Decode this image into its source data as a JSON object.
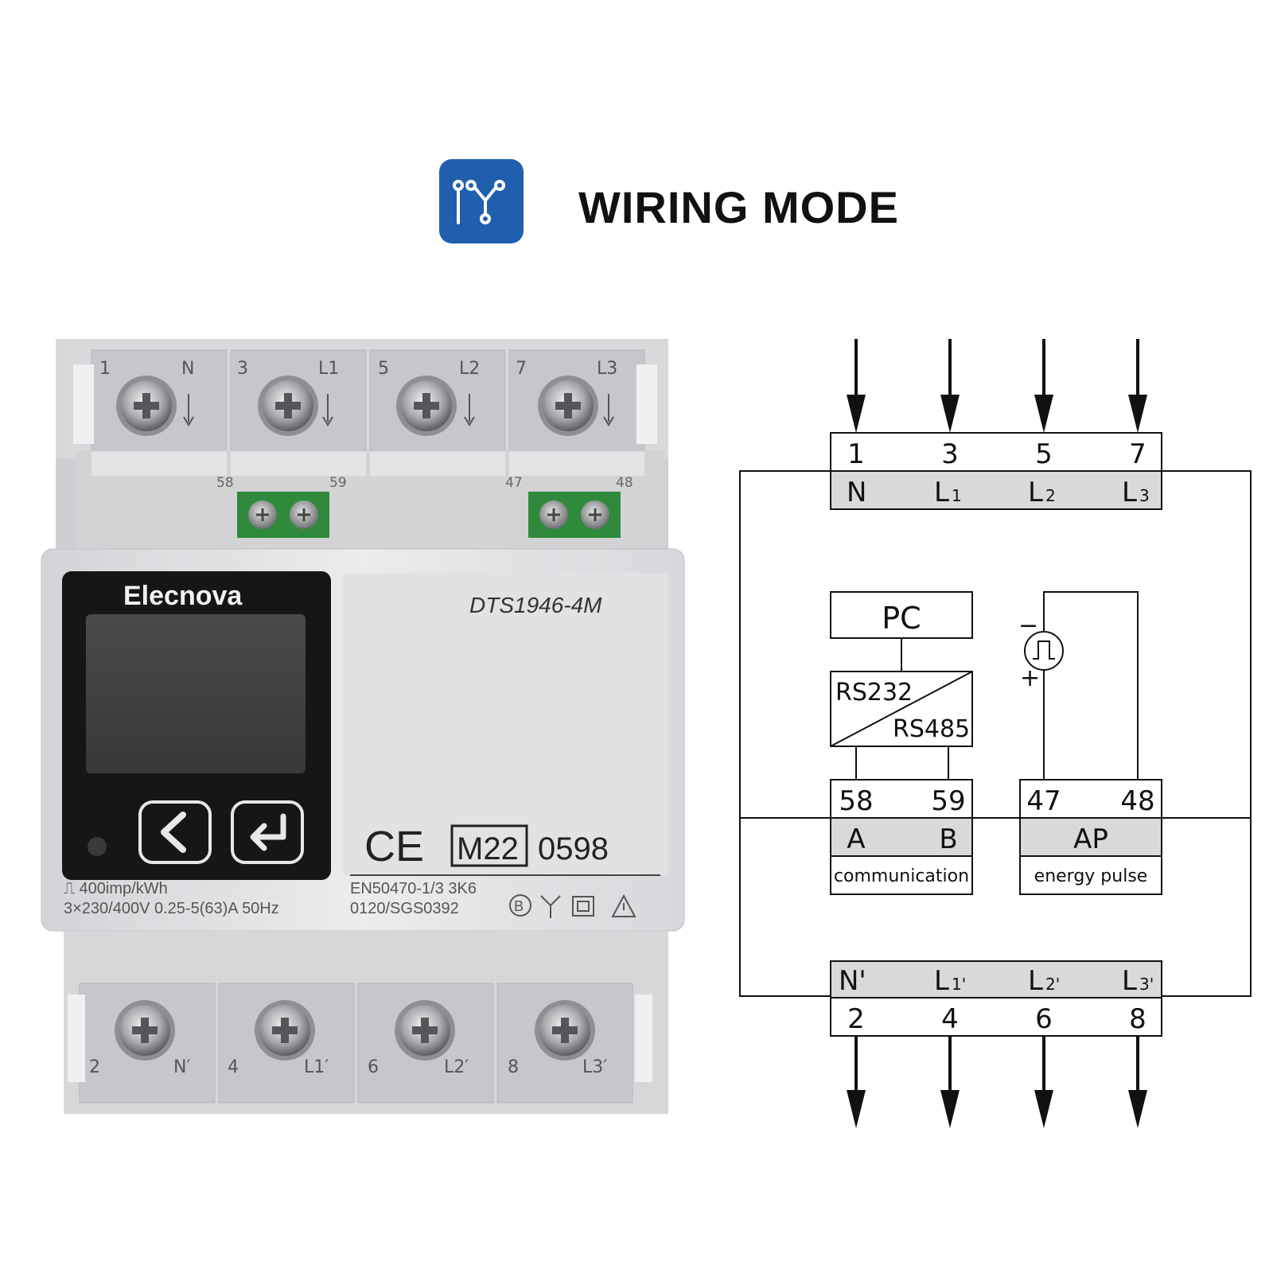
{
  "header": {
    "title": "WIRING MODE",
    "icon": "wiring-node-icon",
    "icon_bg": "#1f5fad"
  },
  "meter": {
    "brand": "Elecnova",
    "model": "DTS1946-4M",
    "top_terminals": [
      {
        "number": "1",
        "label": "N"
      },
      {
        "number": "3",
        "label": "L1"
      },
      {
        "number": "5",
        "label": "L2"
      },
      {
        "number": "7",
        "label": "L3"
      }
    ],
    "aux_terminals": [
      "58",
      "59",
      "47",
      "48"
    ],
    "bottom_terminals": [
      {
        "number": "2",
        "label": "N′"
      },
      {
        "number": "4",
        "label": "L1′"
      },
      {
        "number": "6",
        "label": "L2′"
      },
      {
        "number": "8",
        "label": "L3′"
      }
    ],
    "spec_line1": "⎍ 400imp/kWh",
    "spec_line2": "3×230/400V  0.25-5(63)A  50Hz",
    "cert_mark": "M22",
    "cert_number": "0598",
    "standard_line1": "EN50470-1/3  3K6",
    "standard_line2": "0120/SGS0392",
    "ce_mark": "CE",
    "class_mark": "B",
    "buttons": [
      {
        "name": "back",
        "icon": "chevron-left-icon"
      },
      {
        "name": "enter",
        "icon": "enter-return-icon"
      }
    ],
    "body_color": "#e6e6e8",
    "terminal_block_color": "#2f8a3c"
  },
  "diagram": {
    "input_terminals": [
      {
        "number": "1",
        "label": "N"
      },
      {
        "number": "3",
        "label": "L",
        "sub": "1"
      },
      {
        "number": "5",
        "label": "L",
        "sub": "2"
      },
      {
        "number": "7",
        "label": "L",
        "sub": "3"
      }
    ],
    "output_terminals": [
      {
        "number": "2",
        "label": "N'"
      },
      {
        "number": "4",
        "label": "L",
        "sub": "1'"
      },
      {
        "number": "6",
        "label": "L",
        "sub": "2'"
      },
      {
        "number": "8",
        "label": "L",
        "sub": "3'"
      }
    ],
    "pc_label": "PC",
    "converter_top": "RS232",
    "converter_bottom": "RS485",
    "comm_block": {
      "pins": [
        "58",
        "59"
      ],
      "letters": [
        "A",
        "B"
      ],
      "caption": "communication"
    },
    "pulse_block": {
      "pins": [
        "47",
        "48"
      ],
      "letter": "AP",
      "caption": "energy pulse"
    },
    "pulse_minus": "−",
    "pulse_plus": "+"
  }
}
